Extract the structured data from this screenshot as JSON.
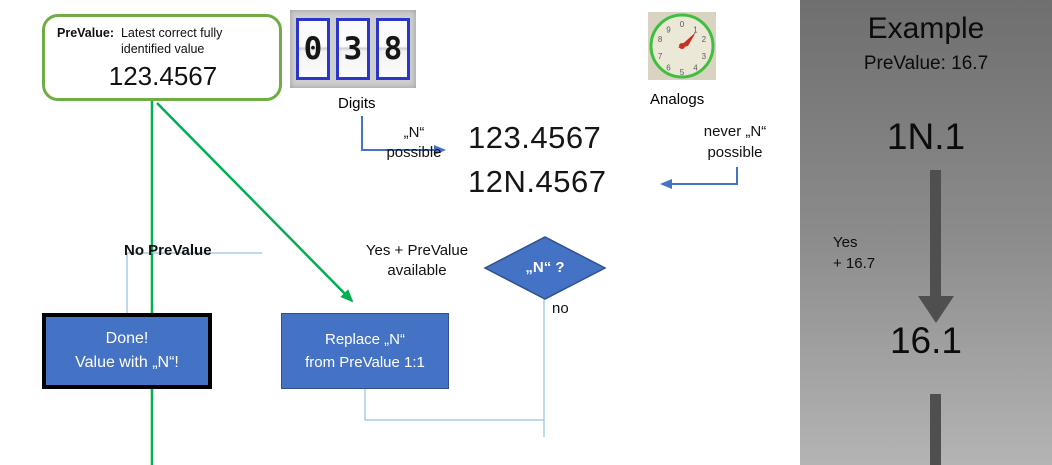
{
  "colors": {
    "green_arrow": "#00B050",
    "green_border": "#70AD47",
    "blue_fill": "#4472C4",
    "blue_border": "#2F528F",
    "connector": "#9CC2E5",
    "panel_gray_top": "#6f6f6f",
    "panel_gray_bottom": "#b4b4b4"
  },
  "prevalue_box": {
    "label": "PreValue:",
    "description": "Latest correct fully identified value",
    "value": "123.4567"
  },
  "digits_section": {
    "caption": "Digits",
    "counter_digits": [
      "0",
      "3",
      "8"
    ],
    "branch_label_line1": "„N“",
    "branch_label_line2": "possible"
  },
  "analogs_section": {
    "caption": "Analogs",
    "branch_label_line1": "never „N“",
    "branch_label_line2": "possible",
    "dial_numbers": [
      "0",
      "1",
      "2",
      "3",
      "4",
      "5",
      "6",
      "7",
      "8",
      "9"
    ]
  },
  "values": {
    "original": "123.4567",
    "with_n": "12N.4567"
  },
  "flow": {
    "no_prevalue": "No PreValue",
    "yes_line1": "Yes + PreValue",
    "yes_line2": "available",
    "decision": "„N“ ?",
    "no": "no",
    "done_line1": "Done!",
    "done_line2": "Value with „N“!",
    "replace_line1": "Replace „N“",
    "replace_line2": "from PreValue 1:1"
  },
  "example": {
    "title": "Example",
    "prevalue": "PreValue: 16.7",
    "before": "1N.1",
    "yes_line1": "Yes",
    "yes_line2": "+ 16.7",
    "after": "16.1"
  }
}
